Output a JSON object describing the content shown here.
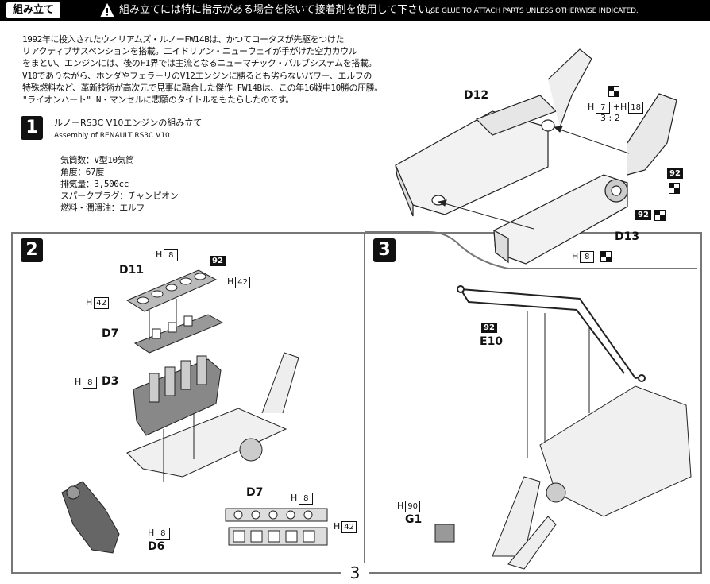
{
  "header": {
    "section_tag": "組み立て",
    "warning_jp": "組み立てには特に指示がある場合を除いて接着剤を使用して下さい。",
    "warning_en": "USE GLUE TO ATTACH PARTS UNLESS OTHERWISE INDICATED."
  },
  "intro_text": "1992年に投入されたウィリアムズ・ルノーFW14Bは、かつてロータスが先駆をつけた\nリアクティブサスペンションを搭載。エイドリアン・ニューウェイが手がけた空力カウル\nをまとい、エンジンには、後のF1界では主流となるニューマチック・バルブシステムを搭載。\nV10でありながら、ホンダやフェラーリのV12エンジンに勝るとも劣らないパワー、エルフの\n特殊燃料など、革新技術が高次元で見事に融合した傑作 FW14Bは、この年16戦中10勝の圧勝。\n\"ライオンハート\" N・マンセルに悲願のタイトルをもたらしたのです。",
  "step1": {
    "number": "1",
    "title_jp": "ルノーRS3C V10エンジンの組み立て",
    "title_en": "Assembly of RENAULT RS3C V10",
    "specs": [
      "気筒数：V型10気筒",
      "角度：67度",
      "排気量：3,500cc",
      "スパークプラグ：チャンピオン",
      "燃料・潤滑油：エルフ"
    ],
    "labels": {
      "d12": "D12",
      "d13": "D13",
      "ratio": "3 : 2"
    },
    "codes": {
      "h": "H",
      "h7": "7",
      "h18": "18",
      "h8": "8",
      "plus": "+",
      "p92": "92"
    }
  },
  "step2": {
    "number": "2",
    "labels": {
      "d11": "D11",
      "d7a": "D7",
      "d3": "D3",
      "d6": "D6",
      "d7b": "D7"
    },
    "codes": {
      "h": "H",
      "h8": "8",
      "h42": "42",
      "p92": "92"
    }
  },
  "step3": {
    "number": "3",
    "labels": {
      "e10": "E10",
      "g1": "G1"
    },
    "codes": {
      "h": "H",
      "h90": "90",
      "p92": "92"
    }
  },
  "page_number": "3"
}
